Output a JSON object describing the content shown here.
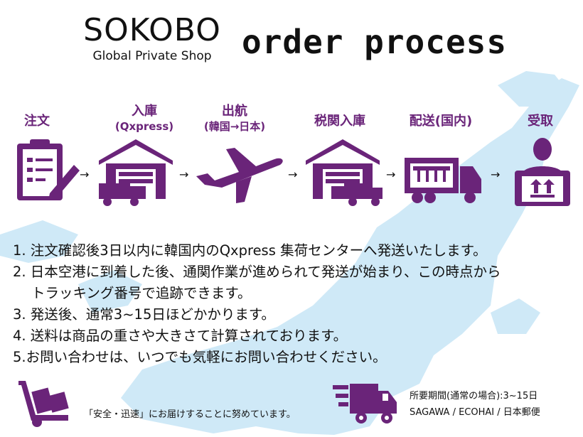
{
  "brand": {
    "name": "SOKOBO",
    "tagline": "Global Private Shop"
  },
  "title": "order process",
  "colors": {
    "accent": "#6a2479",
    "map": "#cfe9f7",
    "text": "#111111"
  },
  "process_steps": [
    {
      "label": "注文",
      "sub": "",
      "icon": "clipboard-pen-icon"
    },
    {
      "label": "入庫",
      "sub": "(Qxpress)",
      "icon": "warehouse-truck-icon"
    },
    {
      "label": "出航",
      "sub": "(韓国→日本)",
      "icon": "airplane-icon"
    },
    {
      "label": "税関入庫",
      "sub": "",
      "icon": "warehouse-truck-icon"
    },
    {
      "label": "配送(国内)",
      "sub": "",
      "icon": "delivery-truck-icon"
    },
    {
      "label": "受取",
      "sub": "",
      "icon": "person-package-icon"
    }
  ],
  "arrow_glyph": "→",
  "notes": [
    "1. 注文確認後3日以内に韓国内のQxpress 集荷センターへ発送いたします。",
    "2. 日本空港に到着した後、通関作業が進められて発送が始まり、この時点から",
    "トラッキング番号で追跡できます。",
    "3. 発送後、通常3~15日ほどかかります。",
    "4. 送料は商品の重さや大きさて計算されております。",
    "5.お問い合わせは、いつでも気軽にお問い合わせください。"
  ],
  "footer": {
    "left_text": "「安全・迅速」にお届けすることに努めています。",
    "left_icon": "hand-truck-icon",
    "right_icon": "fast-delivery-truck-icon",
    "period_text": "所要期間(通常の場合):3~15日",
    "carriers_text": "SAGAWA / ECOHAI / 日本郵便"
  }
}
